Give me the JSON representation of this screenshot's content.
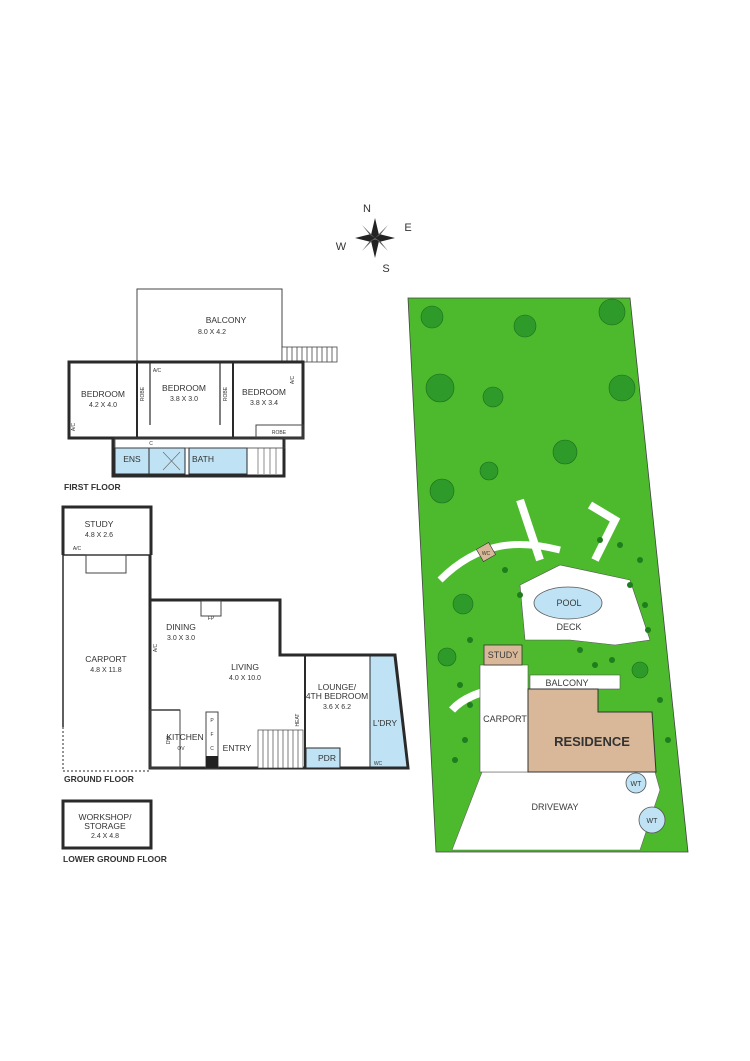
{
  "compass": {
    "n": "N",
    "e": "E",
    "s": "S",
    "w": "W"
  },
  "first_floor": {
    "label": "FIRST FLOOR",
    "balcony": {
      "name": "BALCONY",
      "dim": "8.0 X 4.2"
    },
    "bedroom1": {
      "name": "BEDROOM",
      "dim": "4.2 X 4.0"
    },
    "bedroom2": {
      "name": "BEDROOM",
      "dim": "3.8 X 3.0"
    },
    "bedroom3": {
      "name": "BEDROOM",
      "dim": "3.8 X 3.4"
    },
    "robe": "ROBE",
    "robe_vertical": "ROBE",
    "robe_vertical2": "ROBE",
    "ens": "ENS",
    "bath": "BATH",
    "c": "C",
    "ac1": "A/C",
    "ac2": "A/C",
    "ac3": "A/C"
  },
  "ground_floor": {
    "label": "GROUND FLOOR",
    "study": {
      "name": "STUDY",
      "dim": "4.8 X 2.6"
    },
    "carport": {
      "name": "CARPORT",
      "dim": "4.8 X 11.8"
    },
    "dining": {
      "name": "DINING",
      "dim": "3.0 X 3.0"
    },
    "living": {
      "name": "LIVING",
      "dim": "4.0 X 10.0"
    },
    "lounge": {
      "name": "LOUNGE/",
      "name2": "4TH BEDROOM",
      "dim": "3.6 X 6.2"
    },
    "kitchen": "KITCHEN",
    "entry": "ENTRY",
    "pdr": "PDR",
    "ldry": "L'DRY",
    "fp": "FP",
    "p": "P",
    "f": "F",
    "c": "C",
    "dw": "DW",
    "ov": "OV",
    "wc": "WC",
    "heat": "HEAT",
    "ac_study": "A/C",
    "ac_dining": "A/C"
  },
  "lower_ground": {
    "label": "LOWER GROUND FLOOR",
    "workshop": {
      "name": "WORKSHOP/",
      "name2": "STORAGE",
      "dim": "2.4 X 4.8"
    }
  },
  "site": {
    "pool": "POOL",
    "deck": "DECK",
    "study": "STUDY",
    "balcony": "BALCONY",
    "carport": "CARPORT",
    "residence": "RESIDENCE",
    "driveway": "DRIVEWAY",
    "wt1": "WT",
    "wt2": "WT",
    "wc": "WC"
  },
  "colors": {
    "lawn": "#4cba2c",
    "tree": "#2d9a2a",
    "building": "#d9b89a",
    "wet_area": "#bfe3f5"
  }
}
